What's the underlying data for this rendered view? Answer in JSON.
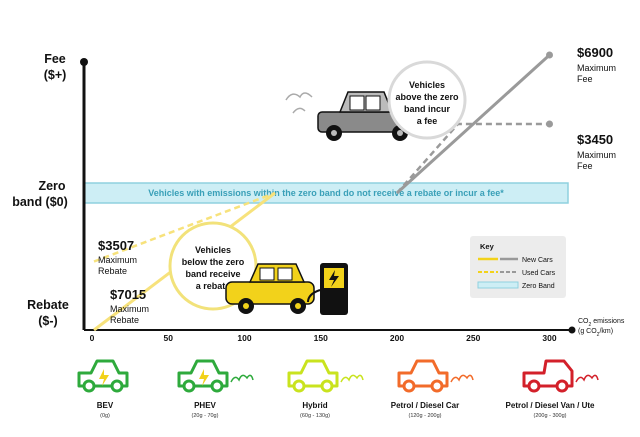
{
  "chart_data": {
    "type": "line",
    "xlabel": "CO2 emissions (g CO2/km)",
    "x_ticks": [
      "0",
      "50",
      "100",
      "150",
      "200",
      "250",
      "300"
    ],
    "xlim": [
      0,
      300
    ],
    "y_labels": {
      "fee": [
        "Fee",
        "($+)"
      ],
      "zero": [
        "Zero",
        "band ($0)"
      ],
      "rebate": [
        "Rebate",
        "($-)"
      ]
    },
    "zero_band": {
      "from": 0,
      "to": 300,
      "label": "Vehicles with emissions within the zero band do not receive a rebate or incur a fee*",
      "color": "#8fd1df"
    },
    "series": [
      {
        "name": "New Cars",
        "color": "#f2d21b",
        "style": "solid",
        "points": [
          [
            0,
            -7015
          ],
          [
            120,
            0
          ]
        ]
      },
      {
        "name": "Used Cars",
        "color": "#f2d21b",
        "style": "dashed",
        "points": [
          [
            0,
            -3507
          ],
          [
            120,
            0
          ]
        ]
      },
      {
        "name": "New Cars",
        "color": "#999999",
        "style": "solid",
        "points": [
          [
            200,
            0
          ],
          [
            300,
            6900
          ]
        ]
      },
      {
        "name": "Used Cars",
        "color": "#999999",
        "style": "dashed",
        "points": [
          [
            200,
            0
          ],
          [
            240,
            3450
          ],
          [
            300,
            3450
          ]
        ]
      }
    ],
    "annotations": {
      "max_fee_new": {
        "amount": "$6900",
        "label": [
          "Maximum",
          "Fee"
        ]
      },
      "max_fee_used": {
        "amount": "$3450",
        "label": [
          "Maximum",
          "Fee"
        ]
      },
      "max_rebate_used": {
        "amount": "$3507",
        "label": [
          "Maximum",
          "Rebate"
        ]
      },
      "max_rebate_new": {
        "amount": "$7015",
        "label": [
          "Maximum",
          "Rebate"
        ]
      },
      "fee_bubble": [
        "Vehicles",
        "above the zero",
        "band incur",
        "a fee"
      ],
      "rebate_bubble": [
        "Vehicles",
        "below the zero",
        "band receive",
        "a rebate"
      ]
    },
    "legend": {
      "title": "Key",
      "position": "right",
      "items": [
        {
          "label": "New Cars",
          "style": "solid"
        },
        {
          "label": "Used Cars",
          "style": "dashed"
        },
        {
          "label": "Zero Band",
          "style": "band"
        }
      ]
    },
    "vehicle_categories": [
      {
        "name": "BEV",
        "range": "(0g)",
        "color": "#2eaa3c",
        "icon": "car-plug-icon"
      },
      {
        "name": "PHEV",
        "range": "(20g - 70g)",
        "color": "#2eaa3c",
        "icon": "car-plug-smoke-icon"
      },
      {
        "name": "Hybrid",
        "range": "(60g - 130g)",
        "color": "#c9e31e",
        "icon": "car-smoke-icon"
      },
      {
        "name": "Petrol / Diesel Car",
        "range": "(120g - 200g)",
        "color": "#f26b2a",
        "icon": "car-smoke-icon"
      },
      {
        "name": "Petrol / Diesel Van / Ute",
        "range": "(200g - 300g)",
        "color": "#d3202a",
        "icon": "van-smoke-icon"
      }
    ]
  }
}
